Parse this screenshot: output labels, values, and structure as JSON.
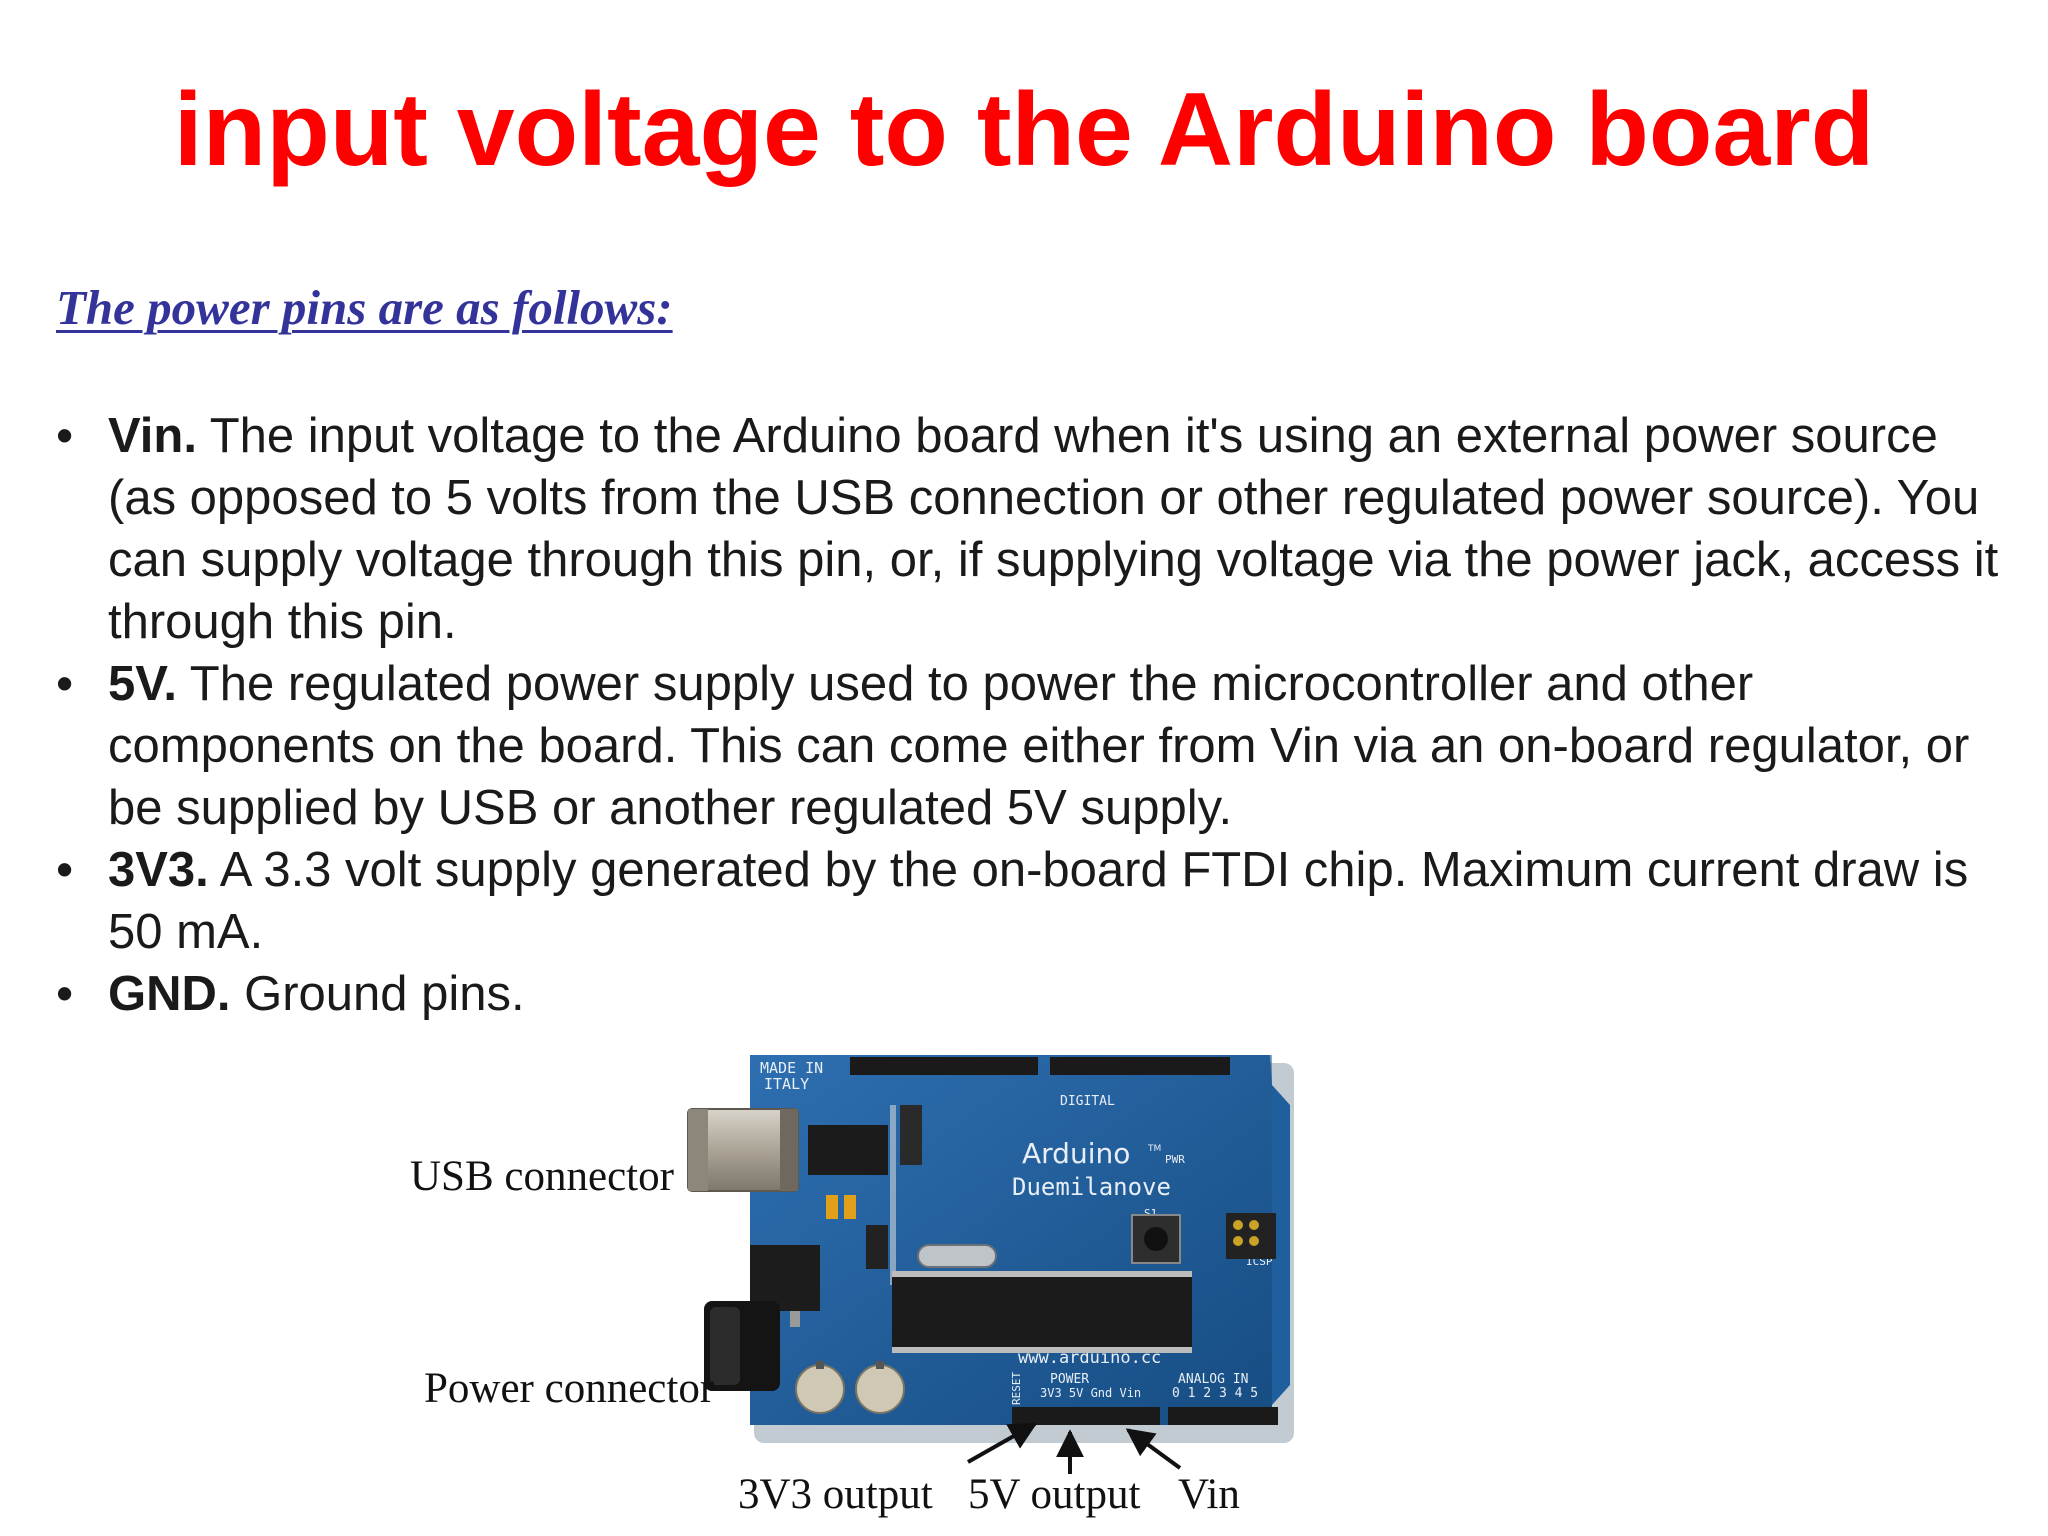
{
  "slide": {
    "title": "input voltage to the Arduino board",
    "subheading": "The power pins are as follows:",
    "bullet_glyph": "•",
    "bullets": [
      {
        "term": "Vin.",
        "text": " The input voltage to the Arduino board when it's using an external power source (as opposed to 5 volts from the USB connection or other regulated power source). You can supply voltage through this pin, or, if supplying voltage via the power jack, access it through this pin."
      },
      {
        "term": "5V.",
        "text": " The regulated power supply used to power the microcontroller and other components on the board. This can come either from Vin via an on-board regulator, or be supplied by USB or another regulated 5V supply."
      },
      {
        "term": "3V3.",
        "text": " A 3.3 volt supply generated by the on-board FTDI chip. Maximum current draw is 50 mA."
      },
      {
        "term": "GND.",
        "text": " Ground pins."
      }
    ]
  },
  "figure": {
    "labels": {
      "usb": "USB connector",
      "power": "Power connector",
      "out3v3": "3V3 output",
      "out5v": "5V output",
      "vin": "Vin"
    },
    "board_printing": {
      "made_in": "MADE IN",
      "italy": "ITALY",
      "brand": "Arduino",
      "tm": "TM",
      "model": "Duemilanove",
      "digital": "DIGITAL",
      "pwr": "PWR",
      "url": "www.arduino.cc",
      "power": "POWER",
      "analog_in": "ANALOG IN",
      "pins_power": "3V3 5V Gnd Vin",
      "pins_analog": "0 1 2 3 4 5",
      "icsp": "ICSP",
      "reset": "RESET",
      "s1": "S1"
    },
    "colors": {
      "board": "#1f5f9e",
      "board_dark": "#154a7e",
      "silkscreen": "#e8eef6",
      "header": "#1a1a1a",
      "usb_metal": "#b8b2a6",
      "chip": "#1b1b1b"
    }
  }
}
